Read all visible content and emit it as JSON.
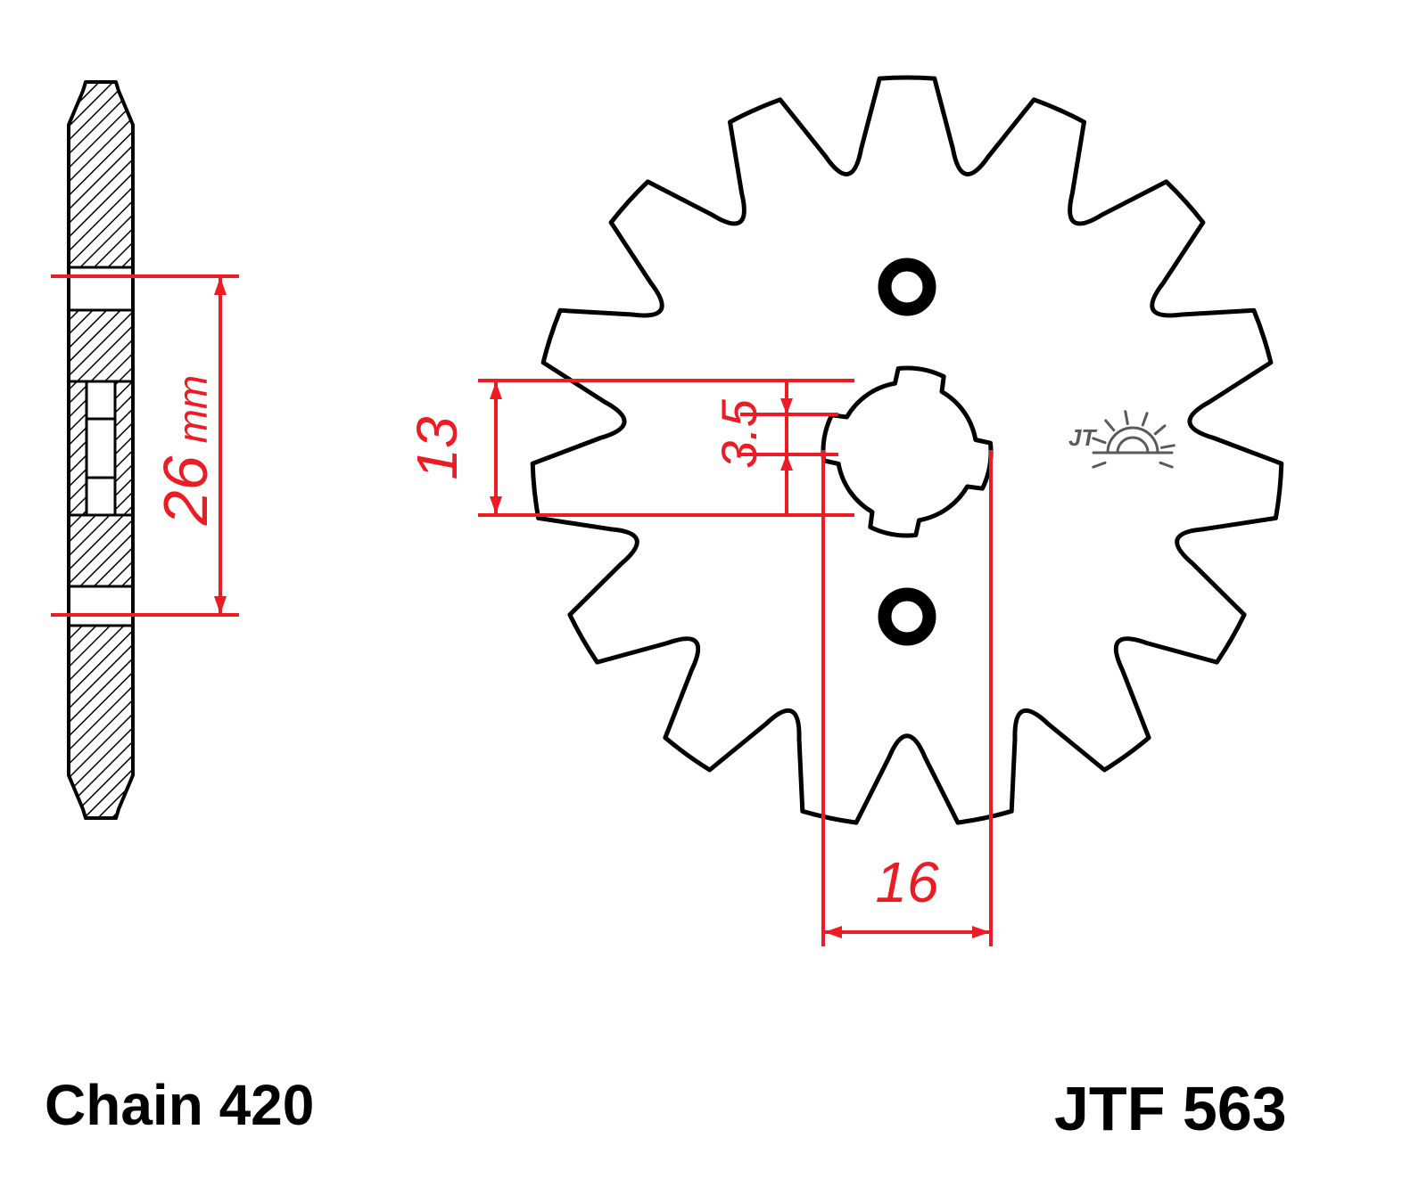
{
  "drawing": {
    "chain_label": "Chain 420",
    "part_code": "JTF 563"
  },
  "dimensions": {
    "hub_length": "26",
    "hub_length_unit": "mm",
    "bore_diameter": "13",
    "spline_depth": "3.5",
    "spline_width": "16"
  },
  "logo": {
    "initials": "JT"
  },
  "colors": {
    "dimension_red": "#ed1c24",
    "drawing_black": "#000000",
    "logo_gray": "#5a5a5a"
  }
}
